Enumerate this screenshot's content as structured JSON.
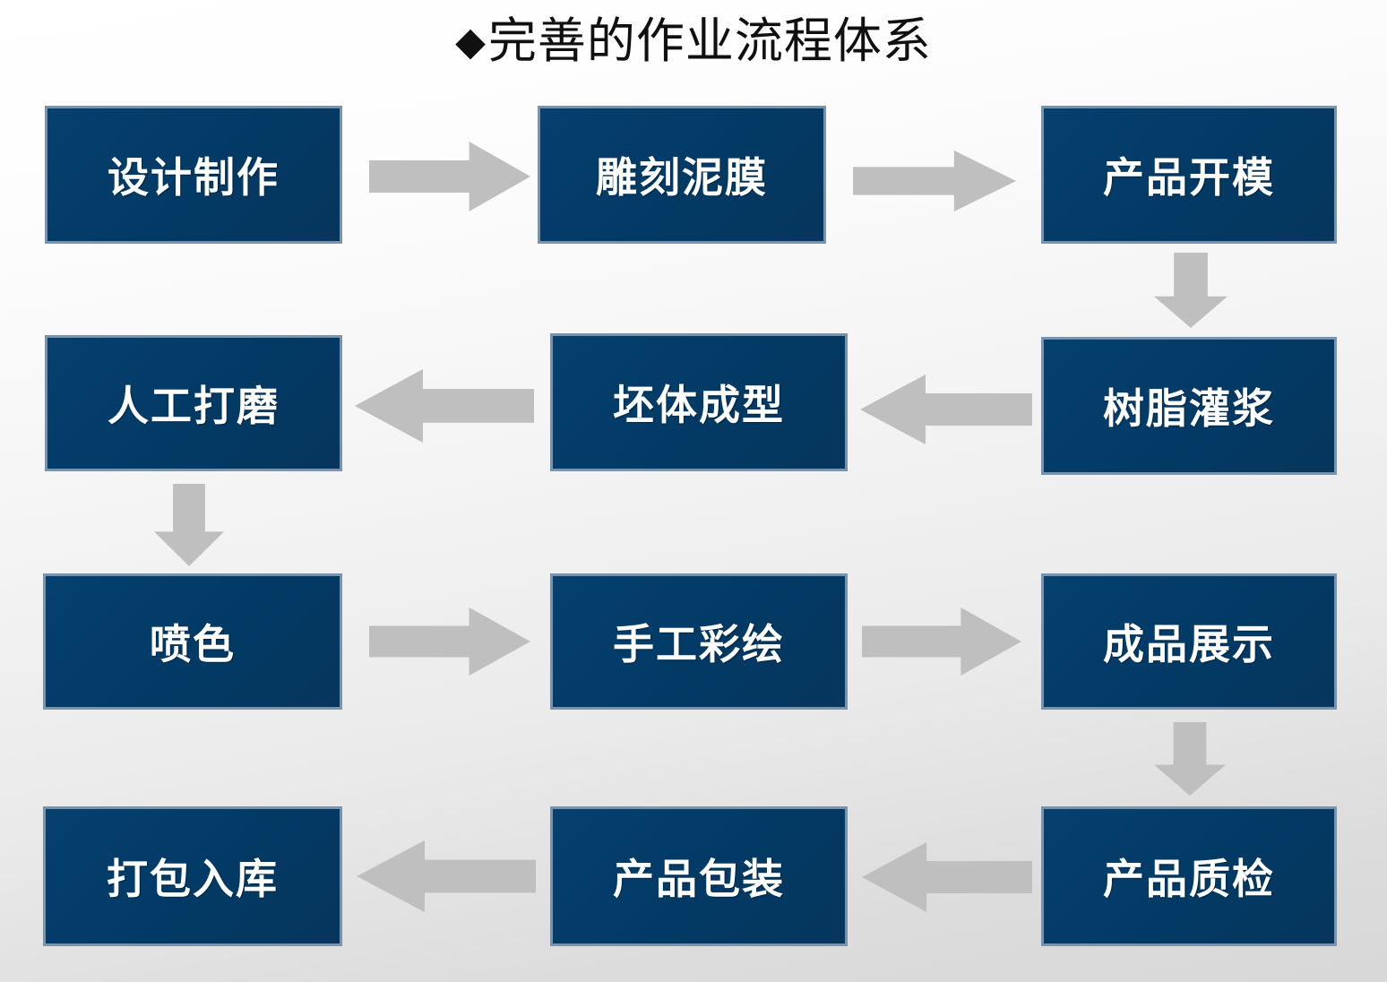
{
  "slide": {
    "title_bullet": "◆",
    "title": "完善的作业流程体系",
    "background_color_top": "#ffffff",
    "background_color_bottom": "#d8d8d8",
    "node_fill_color": "#023a65",
    "node_border_color": "#7a93ad",
    "node_text_color": "#ffffff",
    "arrow_color": "#bfbfbf"
  },
  "diagram": {
    "type": "flowchart",
    "nodes": [
      {
        "id": "n1",
        "label": "设计制作",
        "row": 1,
        "col": 1
      },
      {
        "id": "n2",
        "label": "雕刻泥膜",
        "row": 1,
        "col": 2
      },
      {
        "id": "n3",
        "label": "产品开模",
        "row": 1,
        "col": 3
      },
      {
        "id": "n4",
        "label": "树脂灌浆",
        "row": 2,
        "col": 3
      },
      {
        "id": "n5",
        "label": "坯体成型",
        "row": 2,
        "col": 2
      },
      {
        "id": "n6",
        "label": "人工打磨",
        "row": 2,
        "col": 1
      },
      {
        "id": "n7",
        "label": "喷色",
        "row": 3,
        "col": 1
      },
      {
        "id": "n8",
        "label": "手工彩绘",
        "row": 3,
        "col": 2
      },
      {
        "id": "n9",
        "label": "成品展示",
        "row": 3,
        "col": 3
      },
      {
        "id": "n10",
        "label": "产品质检",
        "row": 4,
        "col": 3
      },
      {
        "id": "n11",
        "label": "产品包装",
        "row": 4,
        "col": 2
      },
      {
        "id": "n12",
        "label": "打包入库",
        "row": 4,
        "col": 1
      }
    ],
    "connectors": [
      {
        "from": "n1",
        "to": "n2",
        "direction": "right"
      },
      {
        "from": "n2",
        "to": "n3",
        "direction": "right"
      },
      {
        "from": "n3",
        "to": "n4",
        "direction": "down"
      },
      {
        "from": "n4",
        "to": "n5",
        "direction": "left"
      },
      {
        "from": "n5",
        "to": "n6",
        "direction": "left"
      },
      {
        "from": "n6",
        "to": "n7",
        "direction": "down"
      },
      {
        "from": "n7",
        "to": "n8",
        "direction": "right"
      },
      {
        "from": "n8",
        "to": "n9",
        "direction": "right"
      },
      {
        "from": "n9",
        "to": "n10",
        "direction": "down"
      },
      {
        "from": "n10",
        "to": "n11",
        "direction": "left"
      },
      {
        "from": "n11",
        "to": "n12",
        "direction": "left"
      }
    ]
  }
}
